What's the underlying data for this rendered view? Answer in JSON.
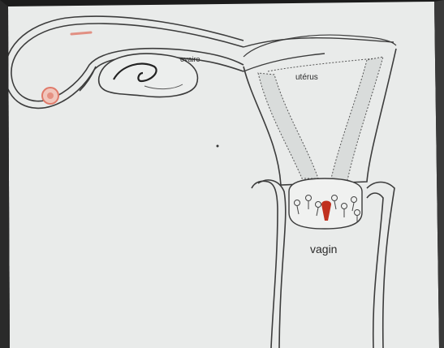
{
  "diagram": {
    "labels": {
      "ovary": "ovaire",
      "uterus": "utérus",
      "vagina": "vagin"
    },
    "colors": {
      "paper": "#e9ebea",
      "ink": "#3a3a3a",
      "highlight": "#e07a6a",
      "blood": "#c0301e"
    }
  }
}
